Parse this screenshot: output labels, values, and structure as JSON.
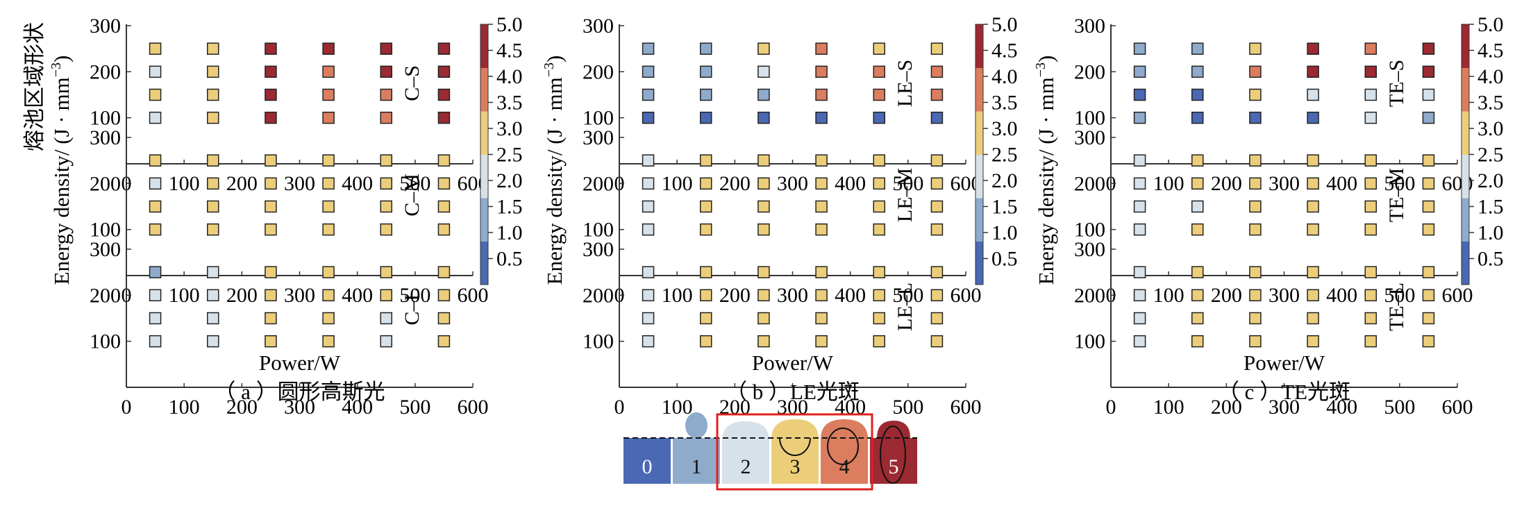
{
  "chart_data": {
    "type": "heatmap",
    "xlabel": "Power/W",
    "ylabel_cn": "熔池区域形状",
    "ylabel": "Energy density/ (J · mm",
    "ylabel_sup": "−3",
    "ylabel_close": ")",
    "xlim": [
      0,
      600
    ],
    "ylim": [
      0,
      300
    ],
    "x_ticks": [
      "0",
      "100",
      "200",
      "300",
      "400",
      "500",
      "600"
    ],
    "y_ticks": [
      "100",
      "200",
      "300"
    ],
    "x_values": [
      50,
      150,
      250,
      350,
      450,
      550
    ],
    "y_values": [
      100,
      150,
      200,
      250
    ],
    "colorbar": {
      "ticks": [
        "0.5",
        "1.0",
        "1.5",
        "2.0",
        "2.5",
        "3.0",
        "3.5",
        "4.0",
        "4.5",
        "5.0"
      ],
      "range": [
        0,
        5
      ],
      "band_colors": [
        "#4a68b3",
        "#8fabcc",
        "#d7e1ea",
        "#ecce7a",
        "#db7d5f",
        "#9b2a32"
      ]
    },
    "panels": [
      {
        "caption": "（ a ）圆形高斯光",
        "subplots": [
          {
            "label": "C–S",
            "values": [
              [
                2,
                3,
                5,
                4,
                4,
                5
              ],
              [
                3,
                3,
                5,
                4,
                4,
                5
              ],
              [
                2,
                3,
                5,
                4,
                5,
                5
              ],
              [
                3,
                3,
                5,
                5,
                5,
                5
              ]
            ]
          },
          {
            "label": "C–M",
            "values": [
              [
                3,
                3,
                3,
                3,
                3,
                3
              ],
              [
                3,
                3,
                3,
                3,
                3,
                3
              ],
              [
                2,
                3,
                3,
                3,
                3,
                3
              ],
              [
                3,
                3,
                3,
                3,
                3,
                3
              ]
            ]
          },
          {
            "label": "C–L",
            "values": [
              [
                2,
                2,
                3,
                3,
                2,
                3
              ],
              [
                2,
                2,
                3,
                3,
                2,
                3
              ],
              [
                2,
                2,
                3,
                3,
                3,
                3
              ],
              [
                1,
                2,
                3,
                3,
                3,
                3
              ]
            ]
          }
        ]
      },
      {
        "caption": "（ b ）LE光斑",
        "subplots": [
          {
            "label": "LE–S",
            "values": [
              [
                0,
                0,
                0,
                0,
                0,
                0
              ],
              [
                1,
                1,
                1,
                4,
                4,
                4
              ],
              [
                1,
                1,
                2,
                4,
                4,
                4
              ],
              [
                1,
                1,
                3,
                4,
                3,
                3
              ]
            ]
          },
          {
            "label": "LE–M",
            "values": [
              [
                2,
                3,
                3,
                3,
                3,
                3
              ],
              [
                2,
                3,
                3,
                3,
                3,
                3
              ],
              [
                2,
                3,
                3,
                3,
                3,
                3
              ],
              [
                2,
                3,
                3,
                3,
                3,
                3
              ]
            ]
          },
          {
            "label": "LE–L",
            "values": [
              [
                2,
                3,
                3,
                3,
                3,
                3
              ],
              [
                2,
                3,
                3,
                3,
                3,
                3
              ],
              [
                2,
                3,
                3,
                3,
                3,
                3
              ],
              [
                2,
                3,
                3,
                3,
                3,
                3
              ]
            ]
          }
        ]
      },
      {
        "caption": "（ c ）TE光斑",
        "subplots": [
          {
            "label": "TE–S",
            "values": [
              [
                1,
                0,
                0,
                0,
                2,
                1
              ],
              [
                0,
                0,
                3,
                2,
                2,
                2
              ],
              [
                1,
                1,
                4,
                5,
                5,
                5
              ],
              [
                1,
                1,
                3,
                5,
                4,
                5
              ]
            ]
          },
          {
            "label": "TE–M",
            "values": [
              [
                2,
                3,
                3,
                3,
                3,
                3
              ],
              [
                2,
                2,
                3,
                3,
                3,
                3
              ],
              [
                2,
                3,
                3,
                3,
                3,
                3
              ],
              [
                2,
                3,
                3,
                3,
                3,
                3
              ]
            ]
          },
          {
            "label": "TE–L",
            "values": [
              [
                2,
                3,
                3,
                3,
                3,
                3
              ],
              [
                2,
                3,
                3,
                3,
                3,
                3
              ],
              [
                2,
                3,
                3,
                3,
                3,
                3
              ],
              [
                2,
                3,
                3,
                3,
                3,
                3
              ]
            ]
          }
        ]
      }
    ],
    "legend_classes": [
      "0",
      "1",
      "2",
      "3",
      "4",
      "5"
    ]
  }
}
